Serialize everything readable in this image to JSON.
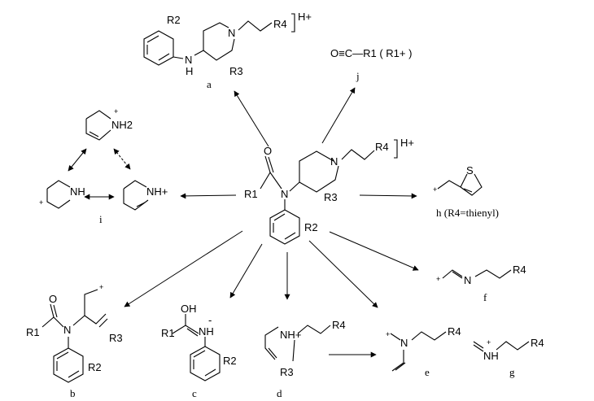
{
  "fragments": {
    "center": {
      "r1": "R1",
      "n": "N",
      "o": "O",
      "n_ring": "N",
      "r3": "R3",
      "r4": "R4",
      "r2": "R2",
      "h_plus": "H+"
    },
    "a": {
      "label": "a",
      "r2": "R2",
      "n": "N",
      "nh": "N",
      "h": "H",
      "r3": "R3",
      "r4": "R4",
      "h_plus": "H+"
    },
    "j": {
      "label": "j",
      "text": "O≡C—R1 ( R1+ )"
    },
    "i": {
      "label": "i",
      "nh2": "NH2",
      "plus_top": "+",
      "nh": "NH",
      "plus_left": "+",
      "nh_plus": "NH+"
    },
    "h": {
      "label": "h (R4=thienyl)",
      "s": "S",
      "plus": "+"
    },
    "f": {
      "label": "f",
      "n": "N",
      "r4": "R4",
      "plus": "+"
    },
    "b": {
      "label": "b",
      "r1": "R1",
      "o": "O",
      "n": "N",
      "r3": "R3",
      "r2": "R2",
      "plus": "+"
    },
    "c": {
      "label": "c",
      "oh": "OH",
      "r1": "R1",
      "nh": "NH",
      "minus": "-",
      "r2": "R2"
    },
    "d": {
      "label": "d",
      "nh_plus": "NH+",
      "r4": "R4",
      "r3": "R3"
    },
    "e": {
      "label": "e",
      "n": "N",
      "r4": "R4",
      "plus": "+"
    },
    "g": {
      "label": "g",
      "nh": "NH",
      "plus": "+",
      "r4": "R4"
    }
  }
}
